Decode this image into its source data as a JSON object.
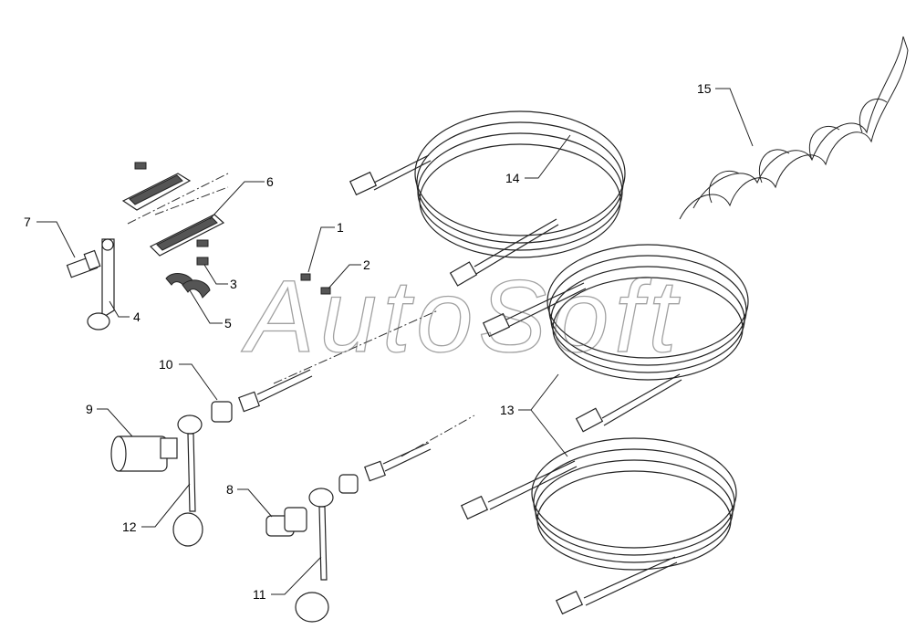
{
  "diagram": {
    "watermark": "AutoSoft",
    "callouts": [
      "1",
      "2",
      "3",
      "4",
      "5",
      "6",
      "7",
      "8",
      "9",
      "10",
      "11",
      "12",
      "13",
      "14",
      "15"
    ]
  }
}
